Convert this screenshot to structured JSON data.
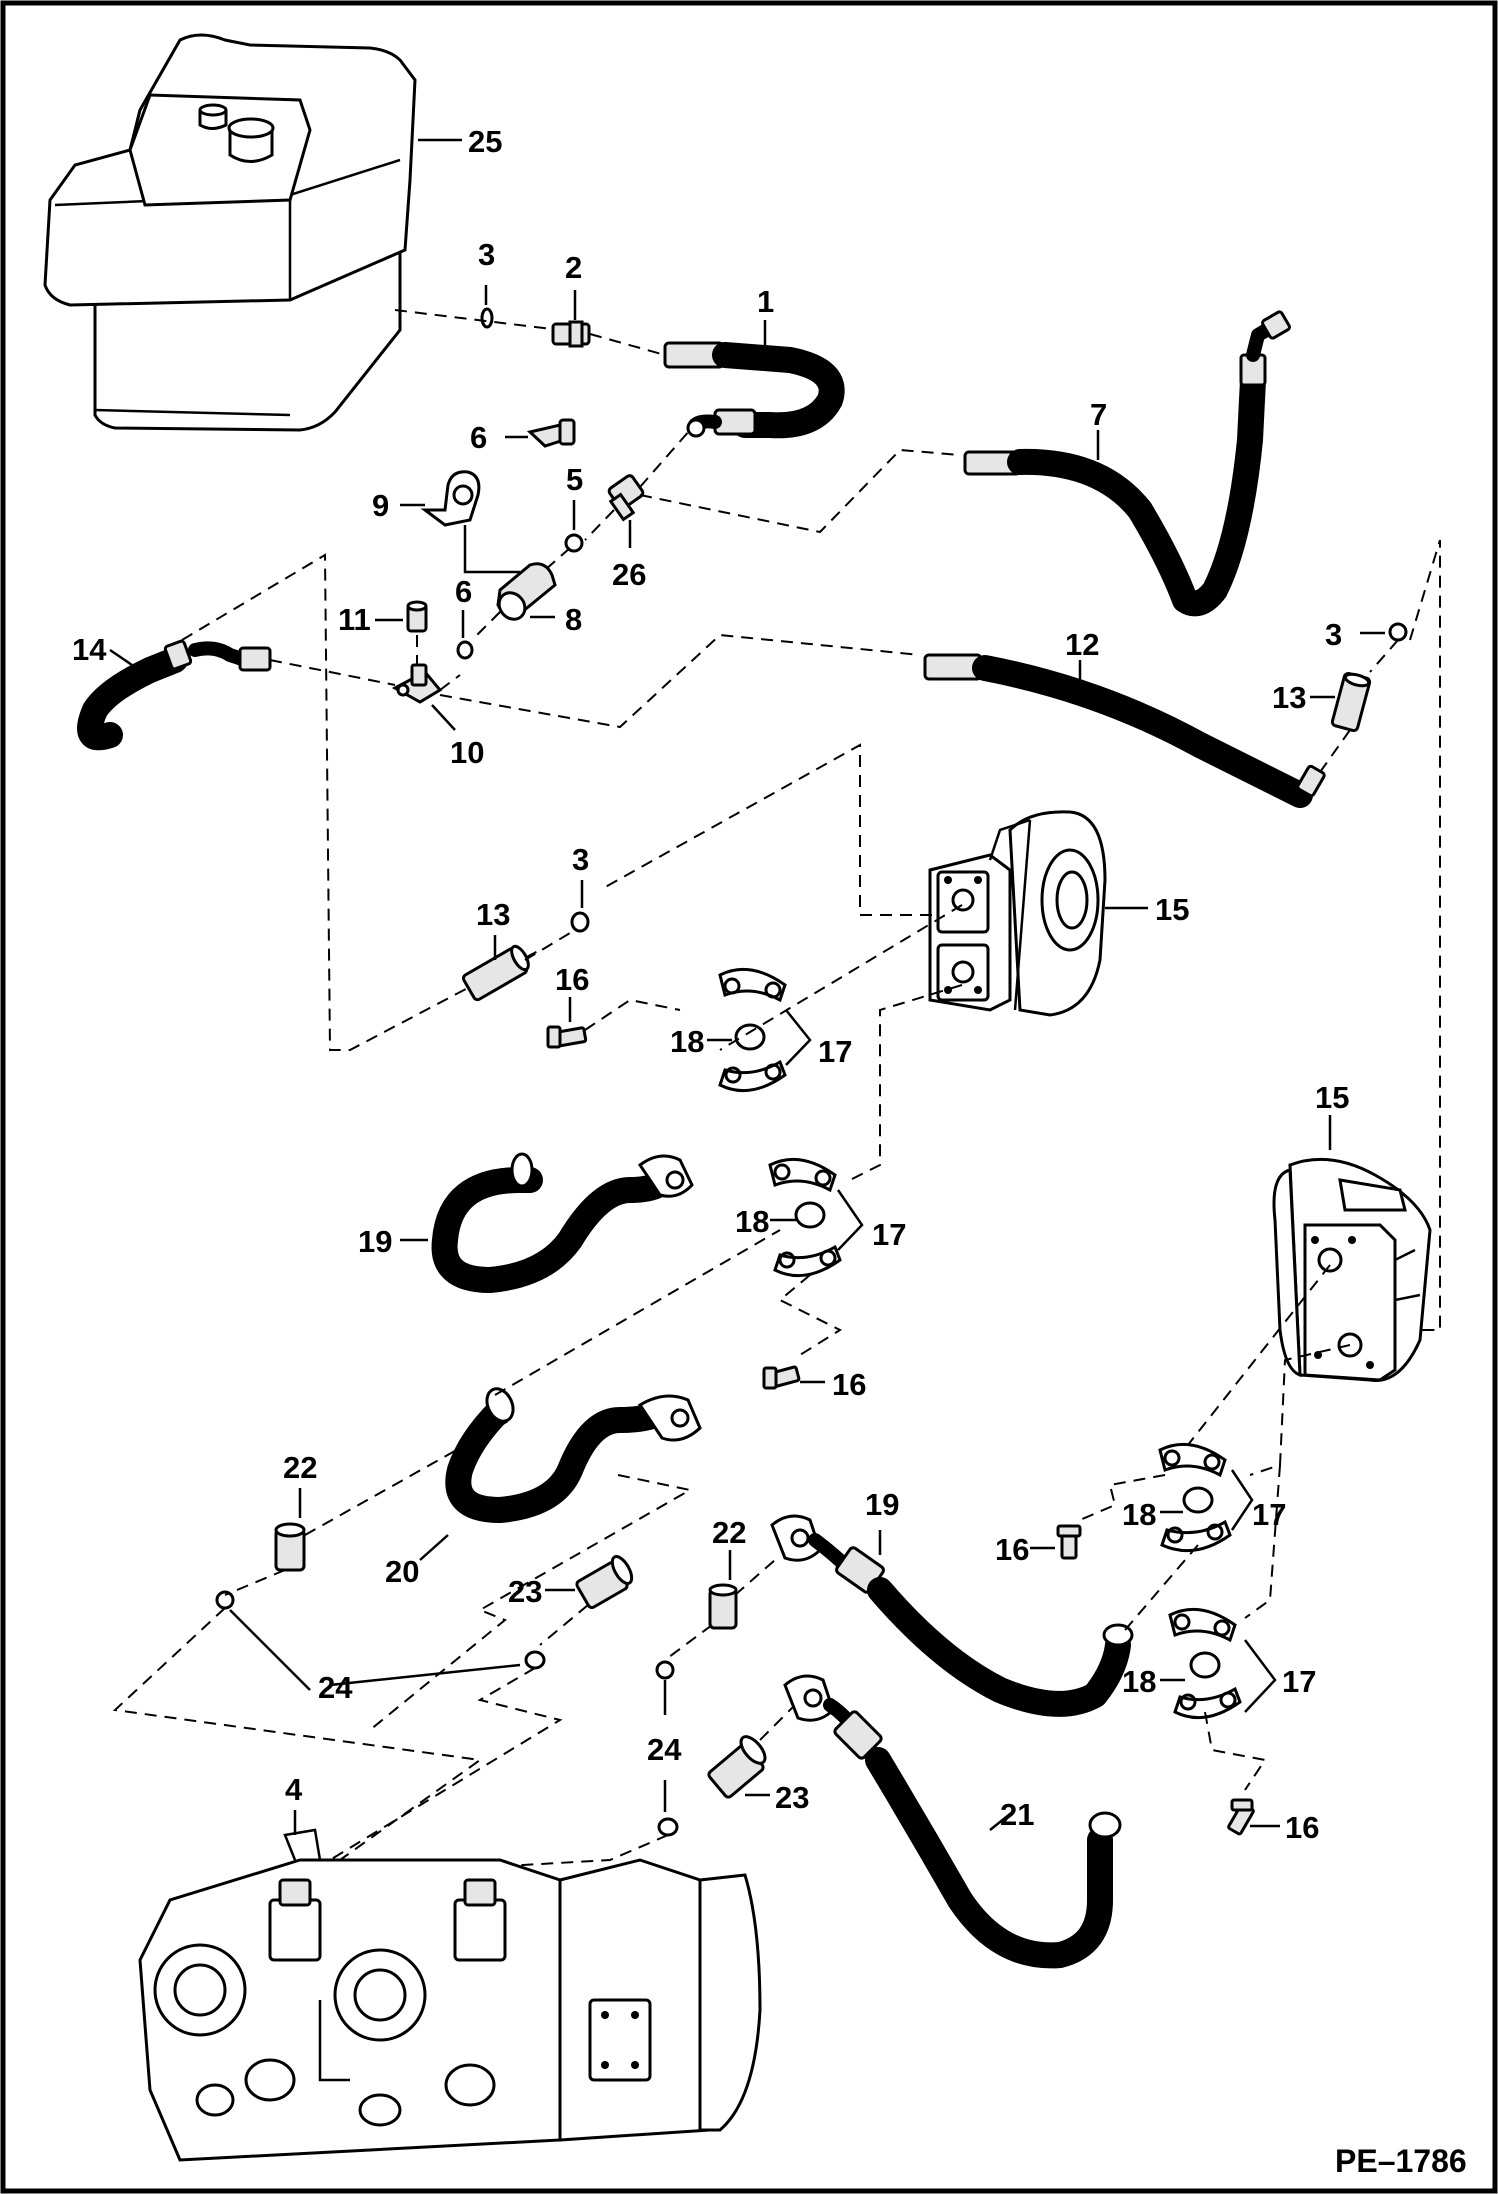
{
  "figure": {
    "drawing_code": "PE–1786"
  },
  "callouts": [
    {
      "id": "c1",
      "text": "1"
    },
    {
      "id": "c2",
      "text": "2"
    },
    {
      "id": "c3a",
      "text": "3"
    },
    {
      "id": "c3b",
      "text": "3"
    },
    {
      "id": "c3c",
      "text": "3"
    },
    {
      "id": "c4",
      "text": "4"
    },
    {
      "id": "c5",
      "text": "5"
    },
    {
      "id": "c6a",
      "text": "6"
    },
    {
      "id": "c6b",
      "text": "6"
    },
    {
      "id": "c7",
      "text": "7"
    },
    {
      "id": "c8",
      "text": "8"
    },
    {
      "id": "c9",
      "text": "9"
    },
    {
      "id": "c10",
      "text": "10"
    },
    {
      "id": "c11",
      "text": "11"
    },
    {
      "id": "c12",
      "text": "12"
    },
    {
      "id": "c13a",
      "text": "13"
    },
    {
      "id": "c13b",
      "text": "13"
    },
    {
      "id": "c14",
      "text": "14"
    },
    {
      "id": "c15a",
      "text": "15"
    },
    {
      "id": "c15b",
      "text": "15"
    },
    {
      "id": "c16a",
      "text": "16"
    },
    {
      "id": "c16b",
      "text": "16"
    },
    {
      "id": "c16c",
      "text": "16"
    },
    {
      "id": "c16d",
      "text": "16"
    },
    {
      "id": "c17a",
      "text": "17"
    },
    {
      "id": "c17b",
      "text": "17"
    },
    {
      "id": "c17c",
      "text": "17"
    },
    {
      "id": "c17d",
      "text": "17"
    },
    {
      "id": "c18a",
      "text": "18"
    },
    {
      "id": "c18b",
      "text": "18"
    },
    {
      "id": "c18c",
      "text": "18"
    },
    {
      "id": "c18d",
      "text": "18"
    },
    {
      "id": "c19a",
      "text": "19"
    },
    {
      "id": "c19b",
      "text": "19"
    },
    {
      "id": "c20",
      "text": "20"
    },
    {
      "id": "c21",
      "text": "21"
    },
    {
      "id": "c22a",
      "text": "22"
    },
    {
      "id": "c22b",
      "text": "22"
    },
    {
      "id": "c23a",
      "text": "23"
    },
    {
      "id": "c23b",
      "text": "23"
    },
    {
      "id": "c24a",
      "text": "24"
    },
    {
      "id": "c24b",
      "text": "24"
    },
    {
      "id": "c25",
      "text": "25"
    },
    {
      "id": "c26",
      "text": "26"
    }
  ]
}
